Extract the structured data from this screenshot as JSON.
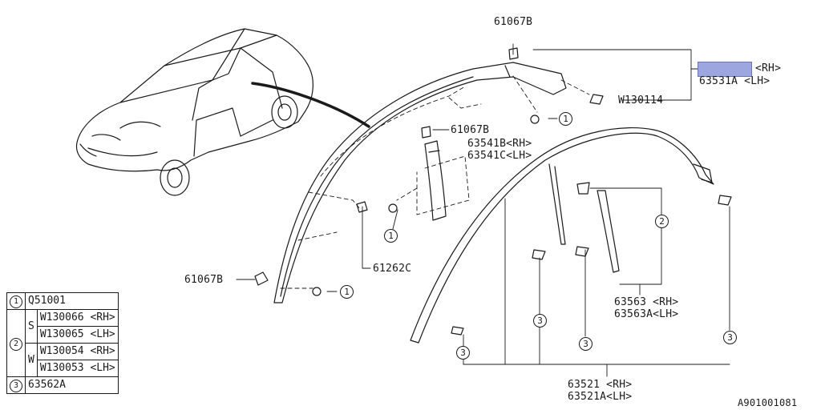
{
  "callouts": {
    "one": "1",
    "two": "2",
    "three": "3"
  },
  "labels": {
    "p61067b_top": "61067B",
    "p61067b_mid": "61067B",
    "p61067b_left": "61067B",
    "p63531_rh": "<RH>",
    "p63531a_lh": "63531A <LH>",
    "w130114": "W130114",
    "p63541b": "63541B<RH>",
    "p63541c": "63541C<LH>",
    "p61262c": "61262C",
    "p63563": "63563  <RH>",
    "p63563a": "63563A<LH>",
    "p63521": "63521  <RH>",
    "p63521a": "63521A<LH>",
    "figure_id": "A901001081"
  },
  "legend": {
    "row1_part": "Q51001",
    "group_s": "S",
    "group_w": "W",
    "s_rh": "W130066 <RH>",
    "s_lh": "W130065 <LH>",
    "w_rh": "W130054 <RH>",
    "w_lh": "W130053 <LH>",
    "row3_part": "63562A"
  },
  "highlight_color": "#9ea6df"
}
